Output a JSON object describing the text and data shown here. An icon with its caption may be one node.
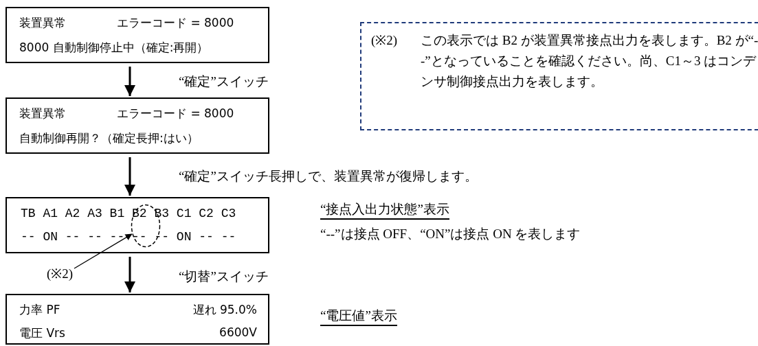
{
  "diagram": {
    "nodes": [
      {
        "text": [
          "装置異常",
          "エラーコード = 8000",
          "8000 自動制御停止中（確定:再開）"
        ]
      },
      {
        "text": [
          "装置異常",
          "エラーコード = 8000",
          "自動制御再開？（確定長押:はい）"
        ]
      },
      {
        "text": [
          "TB A1 A2 A3 B1 B2 B3 C1 C2 C3",
          "-- ON -- -- -- -- -- ON -- --"
        ]
      },
      {
        "text": [
          "力率 PF",
          "遅れ 95.0%",
          "電圧 Vrs",
          "6600V"
        ]
      },
      {
        "text": [
          "(※2)",
          "この表示では B2 が装置異常接点出力を表します。B2 が“--”となっていることを確認ください。尚、C1～3 はコンデンサ制御接点出力を表します。"
        ]
      },
      {
        "text": [
          "(※2)"
        ]
      },
      {
        "text": [],
        "shape": "ellipse",
        "in": 2
      }
    ],
    "edges": [
      {
        "from": 0,
        "to": 1,
        "arrow": "to",
        "label": "“確定”スイッチ"
      },
      {
        "from": 1,
        "to": 2,
        "arrow": "to",
        "label": "“確定”スイッチ長押しで、装置異常が復帰します。"
      },
      {
        "from": 2,
        "to": 3,
        "arrow": "to",
        "label": "“切替”スイッチ"
      },
      {
        "from": 5,
        "to": 6,
        "arrow": "to"
      }
    ],
    "labels": [
      "“接点入出力状態”表示",
      "“--”は接点 OFF、“ON”は接点 ON を表します",
      "“電圧値”表示"
    ]
  }
}
